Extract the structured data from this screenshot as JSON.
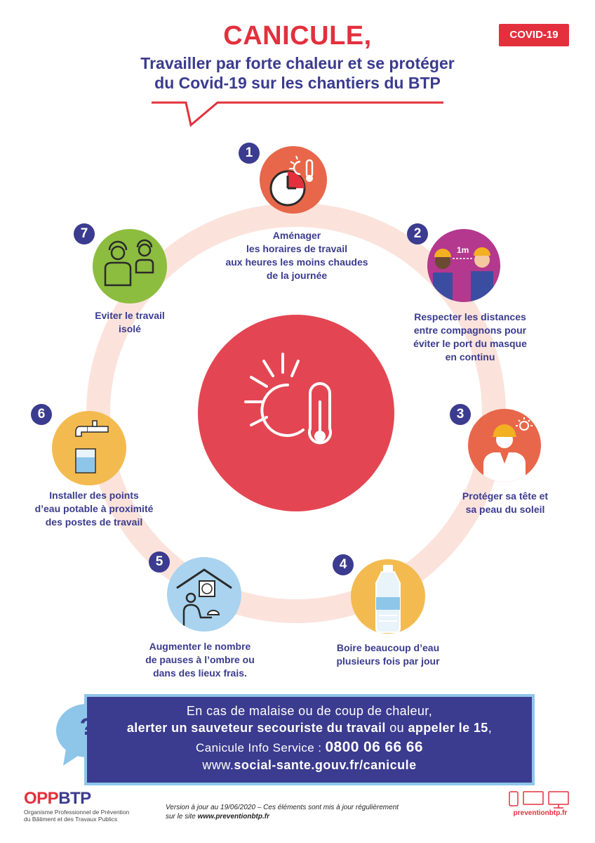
{
  "header": {
    "title": "CANICULE,",
    "subtitle_line1": "Travailler par forte chaleur et se protéger",
    "subtitle_line2": "du Covid-19 sur les chantiers du BTP",
    "badge": "COVID-19"
  },
  "steps": [
    {
      "number": "1",
      "lines": [
        "Aménager",
        "les horaires de travail",
        "aux heures les moins chaudes",
        "de la journée"
      ],
      "icon": "clock-sun-thermometer-icon"
    },
    {
      "number": "2",
      "lines": [
        "Respecter les distances",
        "entre compagnons pour",
        "éviter le port du masque",
        "en continu"
      ],
      "icon": "workers-distance-icon",
      "icon_label": "1m"
    },
    {
      "number": "3",
      "lines": [
        "Protéger sa tête et",
        "sa peau du soleil"
      ],
      "icon": "helmet-sun-worker-icon"
    },
    {
      "number": "4",
      "lines": [
        "Boire beaucoup d’eau",
        "plusieurs fois par jour"
      ],
      "icon": "water-bottle-icon"
    },
    {
      "number": "5",
      "lines": [
        "Augmenter le nombre",
        "de pauses à l’ombre ou",
        "dans des lieux frais."
      ],
      "icon": "fan-shelter-icon"
    },
    {
      "number": "6",
      "lines": [
        "Installer des points",
        "d’eau potable à proximité",
        "des postes de travail"
      ],
      "icon": "tap-glass-icon"
    },
    {
      "number": "7",
      "lines": [
        "Eviter le travail",
        "isolé"
      ],
      "icon": "two-workers-icon"
    }
  ],
  "info": {
    "line1": "En cas de malaise ou de coup de chaleur,",
    "line2_bold1": "alerter un sauveteur secouriste du travail",
    "line2_mid": " ou ",
    "line2_bold2": "appeler le 15",
    "line2_end": ",",
    "line3_prefix": "Canicule Info Service : ",
    "line3_phone": "0800 06 66 66",
    "line4_prefix": "www.",
    "line4_bold": "social-sante.gouv.fr/canicule",
    "question_mark": "?"
  },
  "footer": {
    "logo_opp": "OPP",
    "logo_btp": "BTP",
    "org_line1": "Organisme Professionnel de Prévention",
    "org_line2": "du Bâtiment et des Travaux Publics",
    "version_line1": "Version à jour au 19/06/2020 – Ces éléments sont mis à jour régulièrement",
    "version_line2_prefix": "sur le site ",
    "version_line2_bold": "www.preventionbtp.fr",
    "url": "preventionbtp.fr"
  },
  "colors": {
    "red": "#e3303d",
    "navy": "#3b3b8f",
    "ring": "#fbe3dc",
    "orange": "#e8674a",
    "purple": "#b3388e",
    "yellow": "#f3bb4f",
    "lightblue": "#a9d3ef",
    "green": "#8cbd3f"
  }
}
